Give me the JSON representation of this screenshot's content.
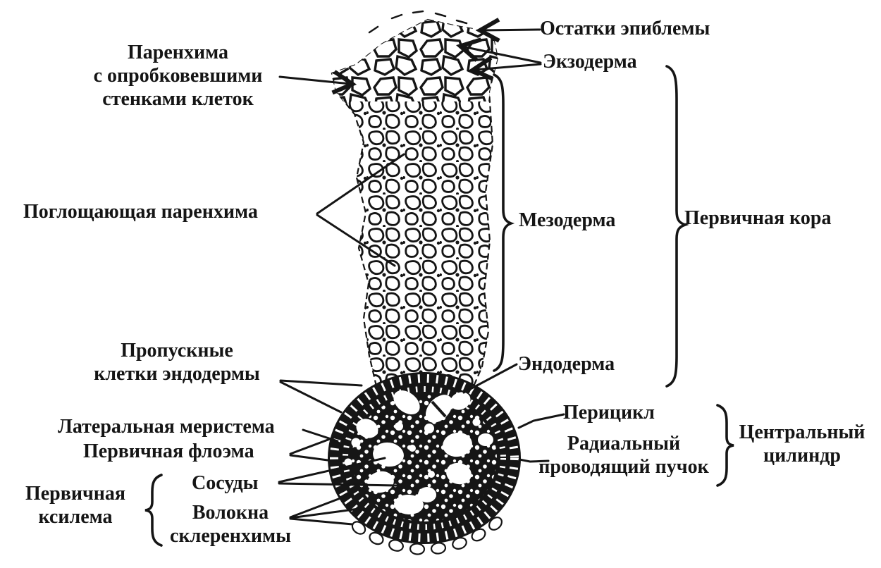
{
  "figure": {
    "title_semantic": "Root cross-section anatomy diagram",
    "ink_color": "#151515",
    "background_color": "#ffffff"
  },
  "labels": {
    "epiblema_remnants": "Остатки эпиблемы",
    "exoderm": "Экзодерма",
    "suberized_parenchyma": "Паренхима\nс опробковевшими\nстенками клеток",
    "absorbing_parenchyma": "Поглощающая паренхима",
    "mesoderm": "Мезодерма",
    "primary_cortex": "Первичная кора",
    "endoderm": "Эндодерма",
    "passage_cells": "Пропускные\nклетки эндодермы",
    "lateral_meristem": "Латеральная меристема",
    "primary_phloem": "Первичная флоэма",
    "primary_xylem": "Первичная\nксилема",
    "vessels": "Сосуды",
    "sclerenchyma_fibers": "Волокна\nсклеренхимы",
    "pericycle": "Перицикл",
    "radial_bundle": "Радиальный\nпроводящий пучок",
    "central_cylinder": "Центральный\nцилиндр"
  }
}
